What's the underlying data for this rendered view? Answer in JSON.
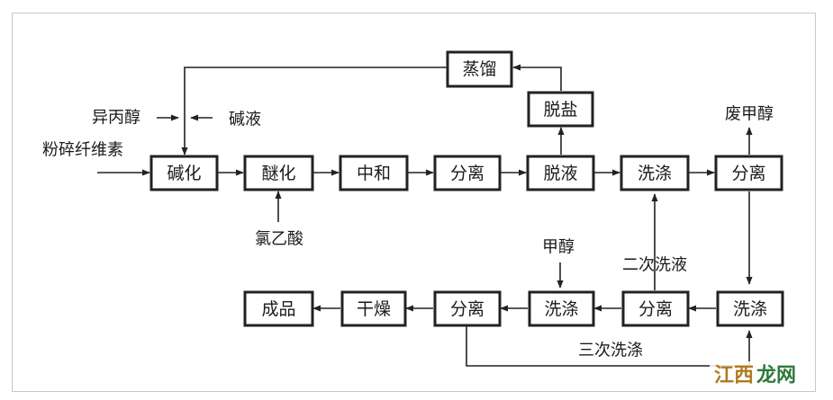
{
  "nodes": {
    "alkalize": "碱化",
    "etherify": "醚化",
    "neutralize": "中和",
    "separate1": "分离",
    "desolvent": "脱液",
    "wash1": "洗涤",
    "separate2": "分离",
    "distill": "蒸馏",
    "desalt": "脱盐",
    "wash2": "洗涤",
    "separate3": "分离",
    "wash3": "洗涤",
    "separate4": "分离",
    "dry": "干燥",
    "product": "成品"
  },
  "labels": {
    "isopropanol": "异丙醇",
    "lye": "碱液",
    "cellulose": "粉碎纤维素",
    "chloroacetic": "氯乙酸",
    "waste_methanol": "废甲醇",
    "methanol": "甲醇",
    "second_wash_liquid": "二次洗液",
    "third_wash": "三次洗涤"
  },
  "watermark": {
    "part1": "江西",
    "part2": "龙网"
  }
}
